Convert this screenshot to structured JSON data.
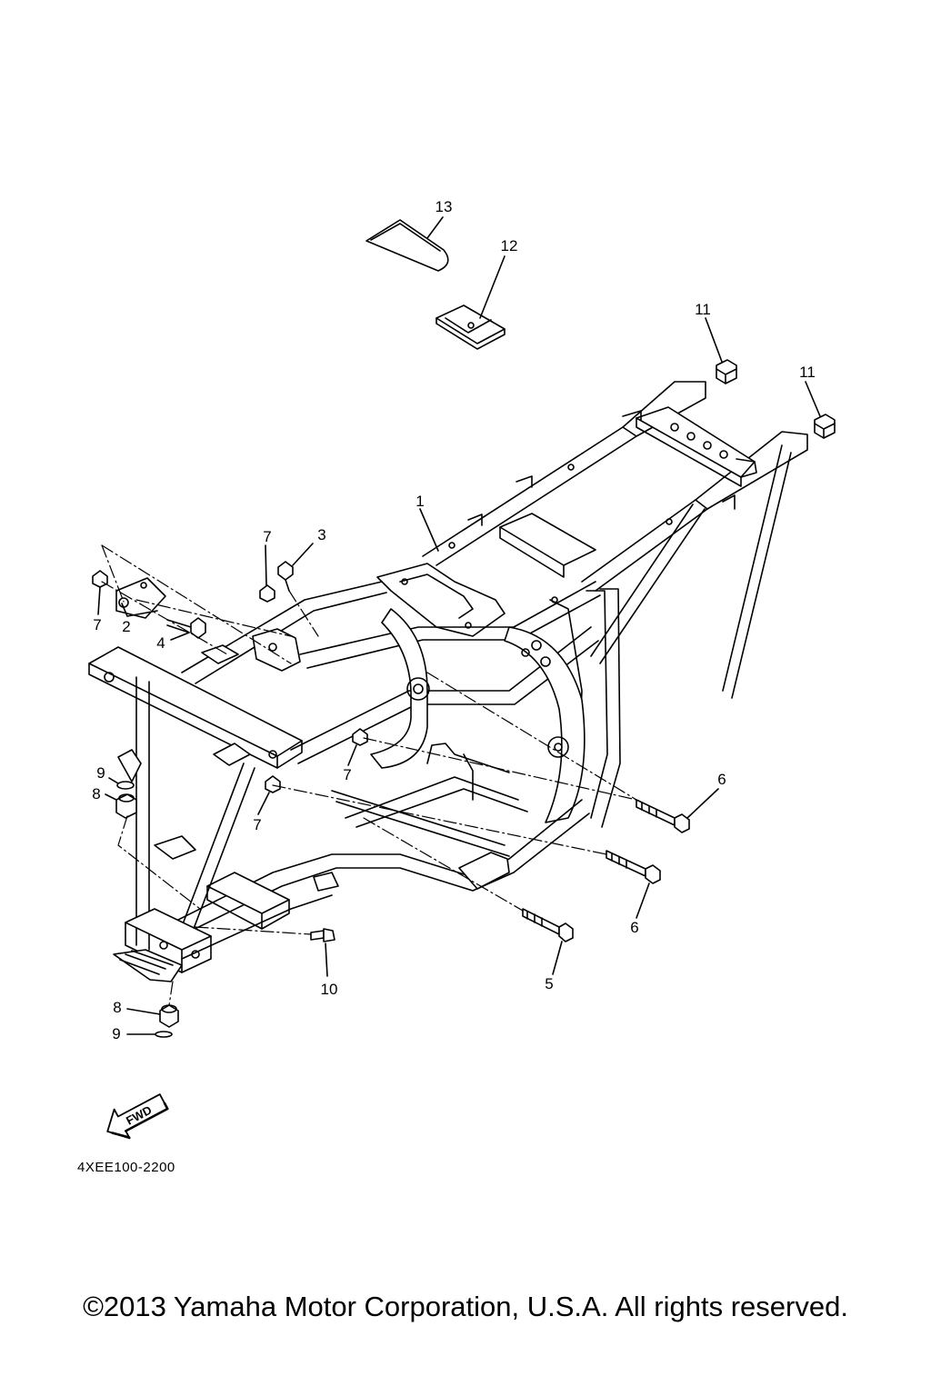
{
  "diagram": {
    "callouts": [
      "1",
      "2",
      "3",
      "4",
      "5",
      "6",
      "6",
      "7",
      "7",
      "7",
      "7",
      "8",
      "8",
      "9",
      "9",
      "10",
      "11",
      "11",
      "12",
      "13"
    ],
    "fwd_label": "FWD",
    "code": "4XEE100-2200"
  },
  "footer": {
    "copyright": "©2013 Yamaha Motor Corporation, U.S.A. All rights reserved."
  }
}
